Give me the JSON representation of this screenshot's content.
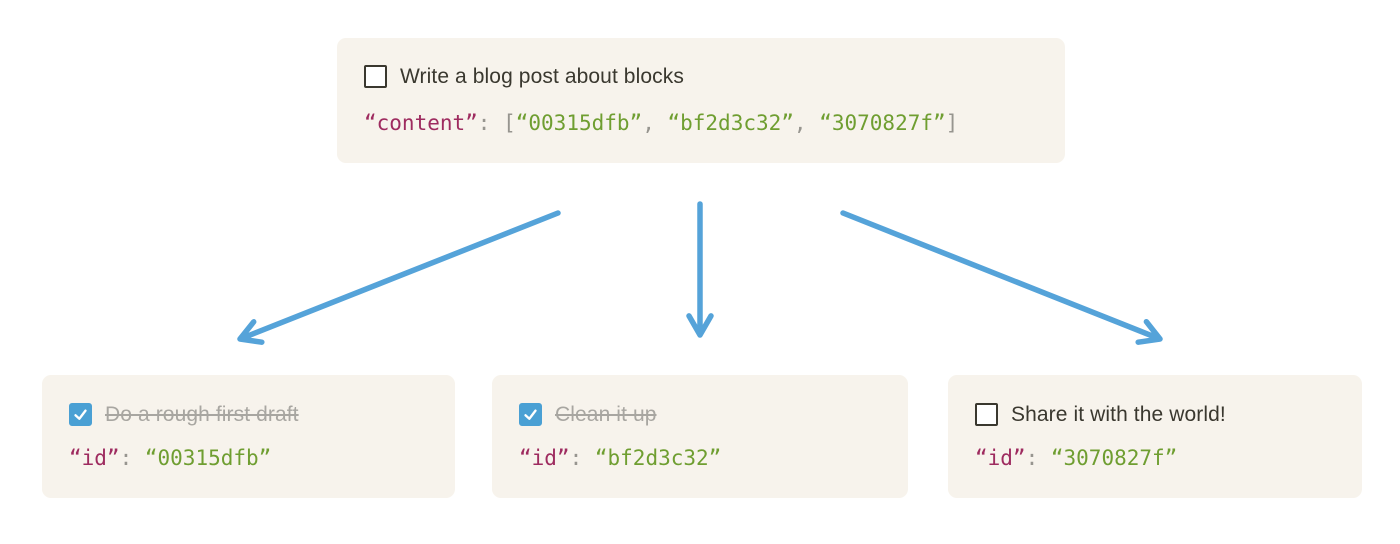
{
  "theme": {
    "page_bg": "#ffffff",
    "card_bg": "#f7f3ec",
    "text_dark": "#3a382f",
    "text_muted": "#a8a6a1",
    "code_punct": "#97958f",
    "code_key": "#9e2b5f",
    "code_string": "#6f9e31",
    "arrow_blue": "#55a3d9",
    "checkbox_blue": "#4aa0d4",
    "checkbox_border": "#3a382f"
  },
  "diagram": {
    "parent_block": {
      "todo": {
        "label": "Write a blog post about blocks",
        "checked": false
      },
      "code": {
        "key": "“content”",
        "colon": ": ",
        "bracket_open": "[",
        "ids": [
          "“00315dfb”",
          "“bf2d3c32”",
          "“3070827f”"
        ],
        "separator": ", ",
        "bracket_close": "]"
      }
    },
    "child_blocks": [
      {
        "todo": {
          "label": "Do a rough first draft",
          "checked": true
        },
        "code": {
          "key": "“id”",
          "colon": ": ",
          "value": "“00315dfb”"
        }
      },
      {
        "todo": {
          "label": "Clean it up",
          "checked": true
        },
        "code": {
          "key": "“id”",
          "colon": ": ",
          "value": "“bf2d3c32”"
        }
      },
      {
        "todo": {
          "label": "Share it with the world!",
          "checked": false
        },
        "code": {
          "key": "“id”",
          "colon": ": ",
          "value": "“3070827f”"
        }
      }
    ],
    "arrows": {
      "color": "#55a3d9",
      "count": 3
    }
  }
}
